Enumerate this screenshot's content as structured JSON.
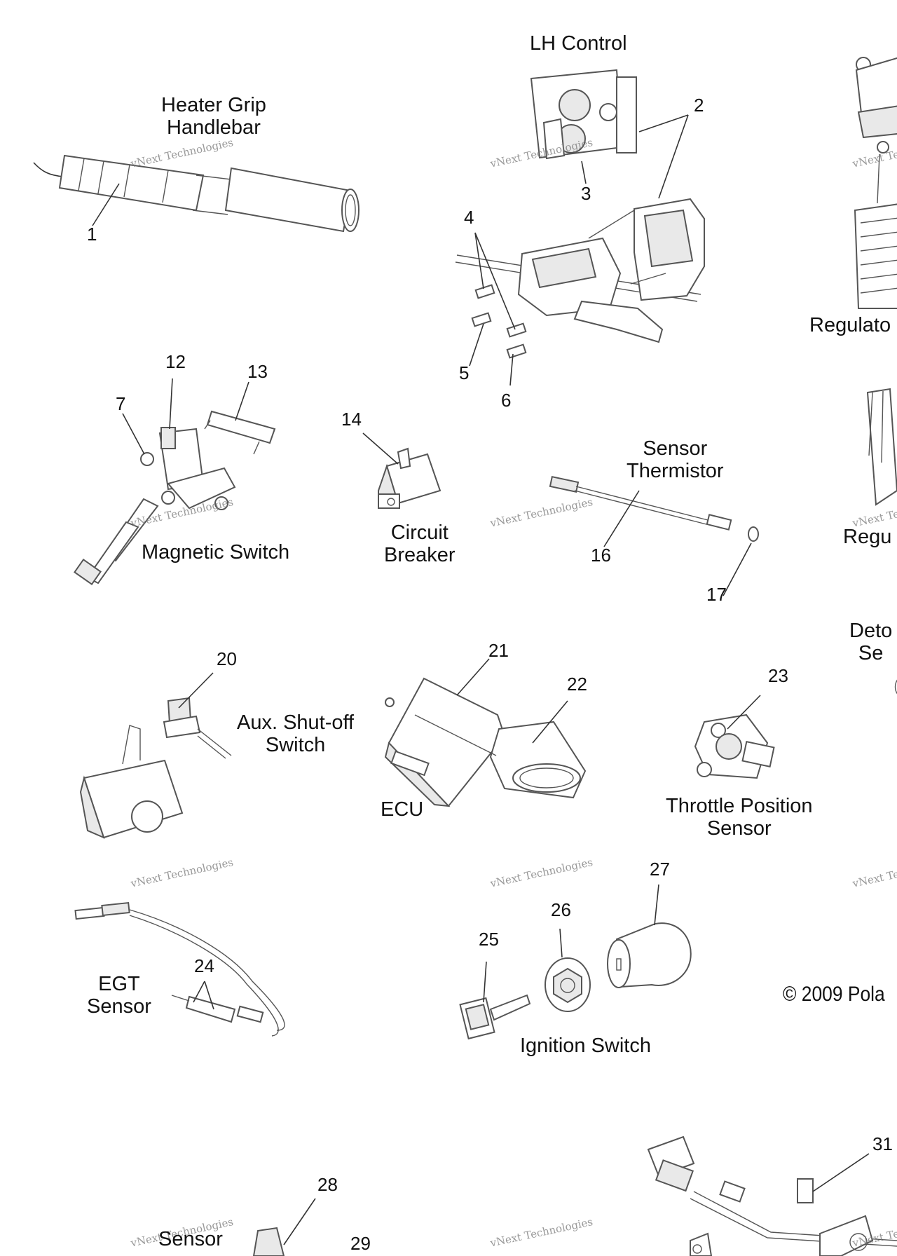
{
  "titles": {
    "heater_grip": "Heater Grip\nHandlebar",
    "lh_control": "LH Control",
    "regulator_top": "Regulato",
    "magnetic_switch": "Magnetic Switch",
    "circuit_breaker": "Circuit\nBreaker",
    "sensor_thermistor": "Sensor\nThermistor",
    "regulator_mid": "Regu",
    "detonation_sensor": "Deto\nSe",
    "aux_shutoff": "Aux. Shut-off\nSwitch",
    "ecu": "ECU",
    "throttle_position": "Throttle Position\nSensor",
    "egt_sensor": "EGT\nSensor",
    "ignition_switch": "Ignition Switch",
    "sensor_bottom": "Sensor"
  },
  "copyright": "© 2009 Pola",
  "part_numbers": {
    "p1": "1",
    "p2": "2",
    "p3": "3",
    "p4": "4",
    "p5": "5",
    "p6": "6",
    "p7": "7",
    "p12": "12",
    "p13": "13",
    "p14": "14",
    "p16": "16",
    "p17": "17",
    "p20": "20",
    "p21": "21",
    "p22": "22",
    "p23": "23",
    "p24": "24",
    "p25": "25",
    "p26": "26",
    "p27": "27",
    "p28": "28",
    "p29": "29",
    "p31": "31"
  },
  "watermark": {
    "small": "vNext Technologies",
    "big": "vNext\nTechnologies"
  }
}
